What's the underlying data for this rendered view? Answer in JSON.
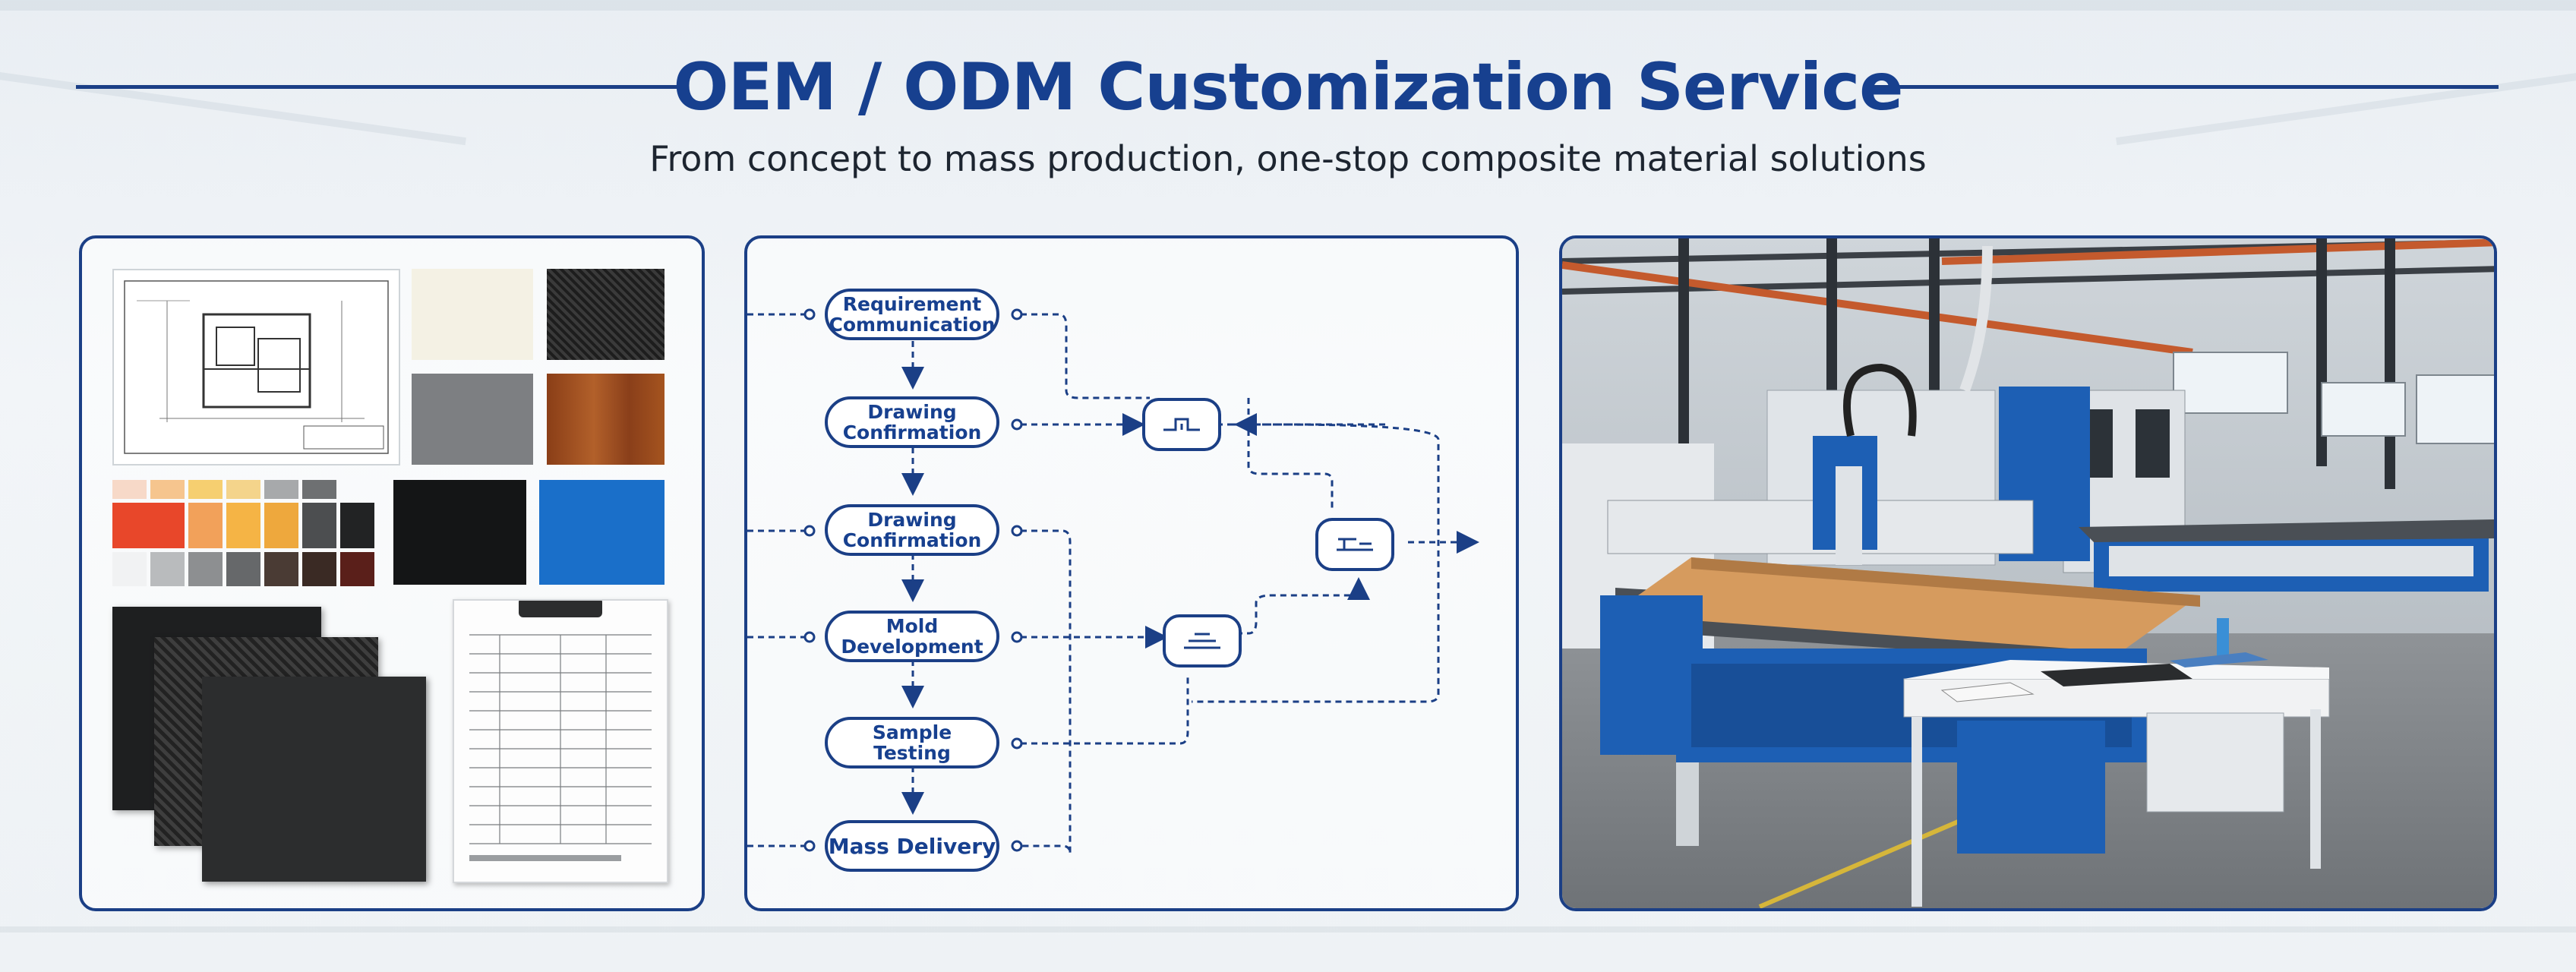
{
  "header": {
    "title": "OEM / ODM Customization Service",
    "subtitle": "From concept to mass production, one-stop composite material solutions"
  },
  "process": {
    "steps": [
      {
        "line1": "Requirement",
        "line2": "Communication"
      },
      {
        "line1": "Drawing",
        "line2": "Confirmation"
      },
      {
        "line1": "Drawing",
        "line2": "Confirmation"
      },
      {
        "line1": "Mold",
        "line2": "Development"
      },
      {
        "line1": "Sample",
        "line2": "Testing"
      },
      {
        "line1": "Mass Delivery",
        "line2": ""
      }
    ]
  },
  "colors": {
    "brand_blue": "#1b3f86",
    "title_blue": "#17408f",
    "machine_blue": "#1d5fb4"
  },
  "icons": [
    "tool-icon",
    "tool-icon",
    "tool-icon"
  ]
}
